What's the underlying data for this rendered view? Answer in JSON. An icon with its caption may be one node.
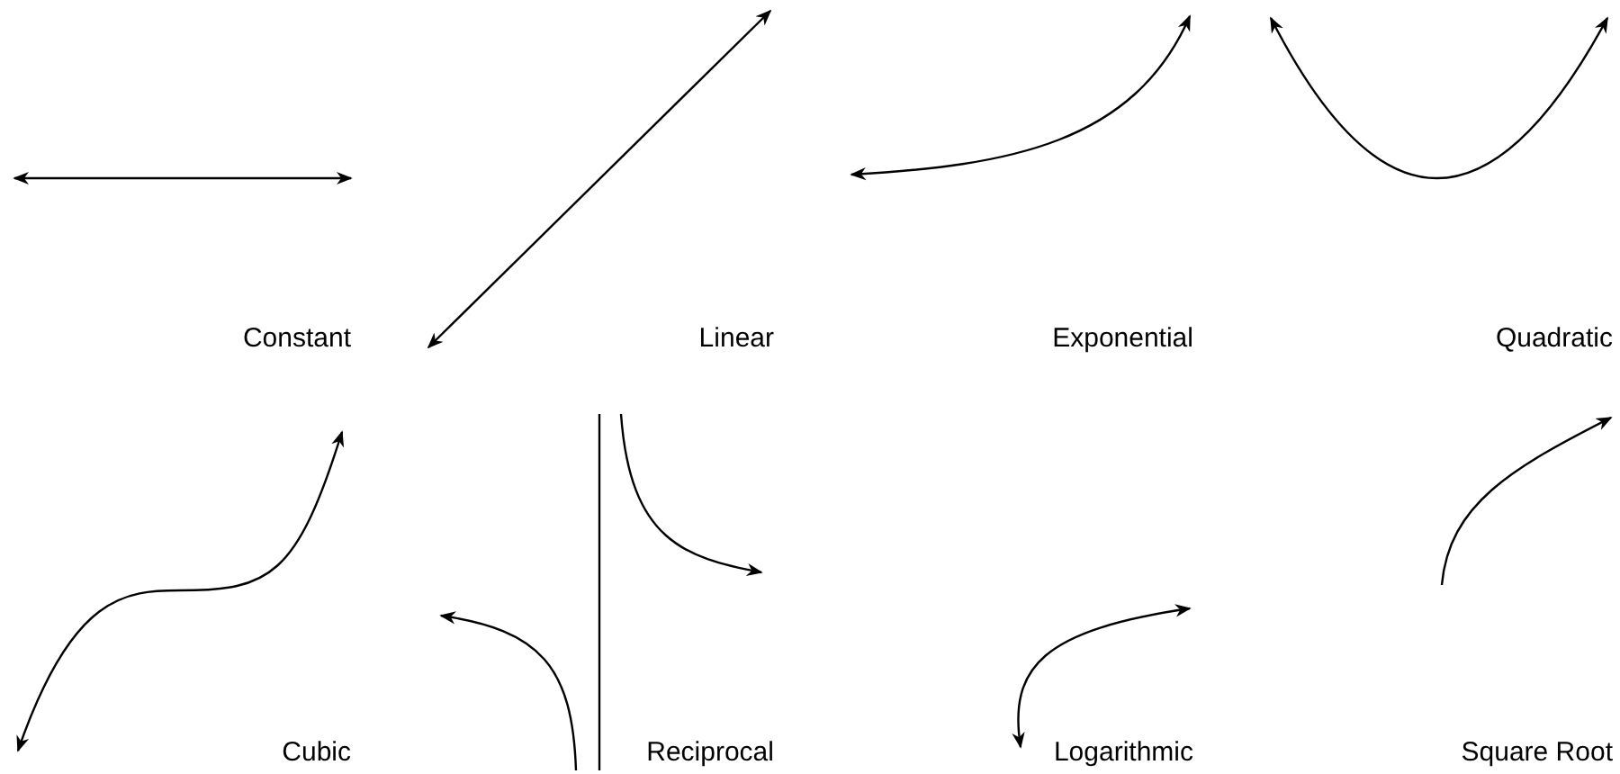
{
  "diagram": {
    "labels": [
      "Constant",
      "Linear",
      "Exponential",
      "Quadratic",
      "Cubic",
      "Reciprocal",
      "Logarithmic",
      "Square Root"
    ]
  }
}
